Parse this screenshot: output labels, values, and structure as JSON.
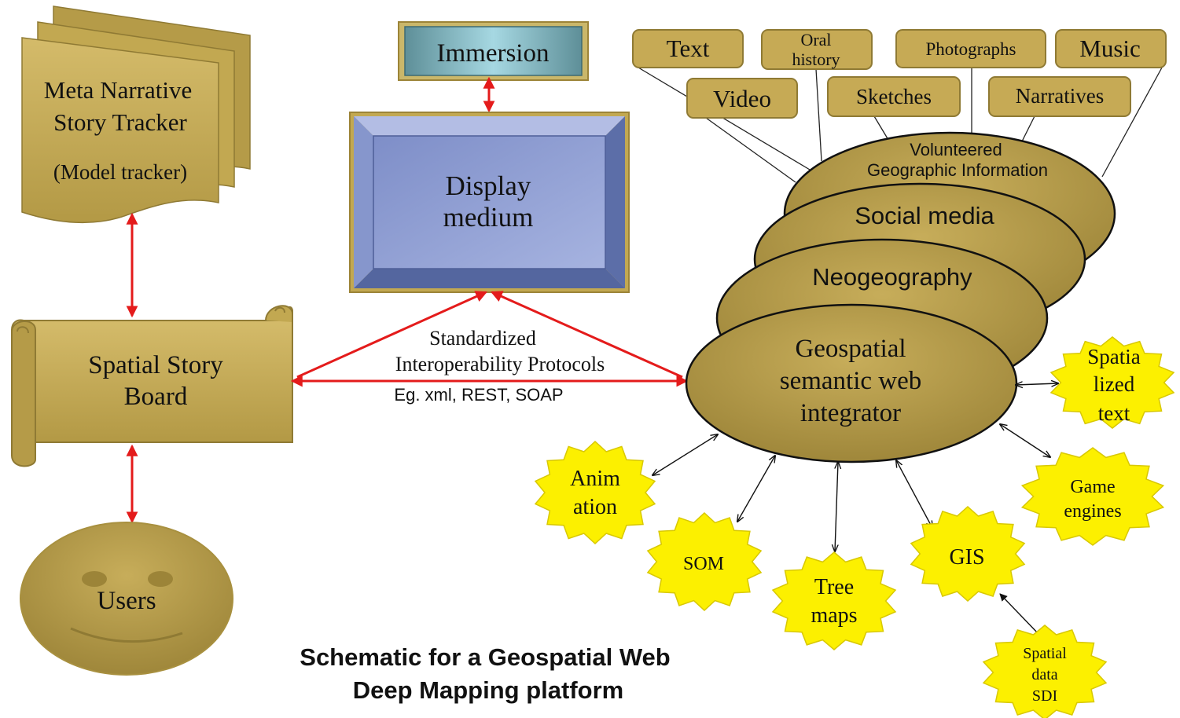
{
  "colors": {
    "gold_fill": "#c6aa55",
    "gold_dark": "#8f7a34",
    "gold_stroke": "#5f5020",
    "arrow_red": "#e41b1b",
    "star_yellow": "#fcf000",
    "star_stroke": "#b9a800",
    "display_blue": "#8c9bd0",
    "display_frame": "#6c7db4",
    "immersion_teal": "#9fd2dc"
  },
  "tracker": {
    "line1": "Meta  Narrative",
    "line2": "Story Tracker",
    "line3": "(Model tracker)"
  },
  "storyboard": {
    "line1": "Spatial Story",
    "line2": "Board"
  },
  "users": {
    "label": "Users"
  },
  "immersion": {
    "label": "Immersion"
  },
  "display": {
    "line1": "Display",
    "line2": "medium"
  },
  "protocols": {
    "line1": "Standardized",
    "line2": "Interoperability Protocols",
    "examples": "Eg. xml, REST, SOAP"
  },
  "sources": {
    "text": "Text",
    "oral1": "Oral",
    "oral2": "history",
    "photographs": "Photographs",
    "music": "Music",
    "video": "Video",
    "sketches": "Sketches",
    "narratives": "Narratives"
  },
  "layers": {
    "vgi1": "Volunteered",
    "vgi2": "Geographic Information",
    "social": "Social media",
    "neo": "Neogeography",
    "geo1": "Geospatial",
    "geo2": "semantic web",
    "geo3": "integrator"
  },
  "stars": {
    "spatialized1": "Spatia",
    "spatialized2": "lized",
    "spatialized3": "text",
    "game1": "Game",
    "game2": "engines",
    "animation1": "Anim",
    "animation2": "ation",
    "som": "SOM",
    "tree1": "Tree",
    "tree2": "maps",
    "gis": "GIS",
    "sdi1": "Spatial",
    "sdi2": "data",
    "sdi3": "SDI"
  },
  "caption": {
    "line1": "Schematic for a Geospatial Web",
    "line2": "Deep Mapping platform"
  }
}
